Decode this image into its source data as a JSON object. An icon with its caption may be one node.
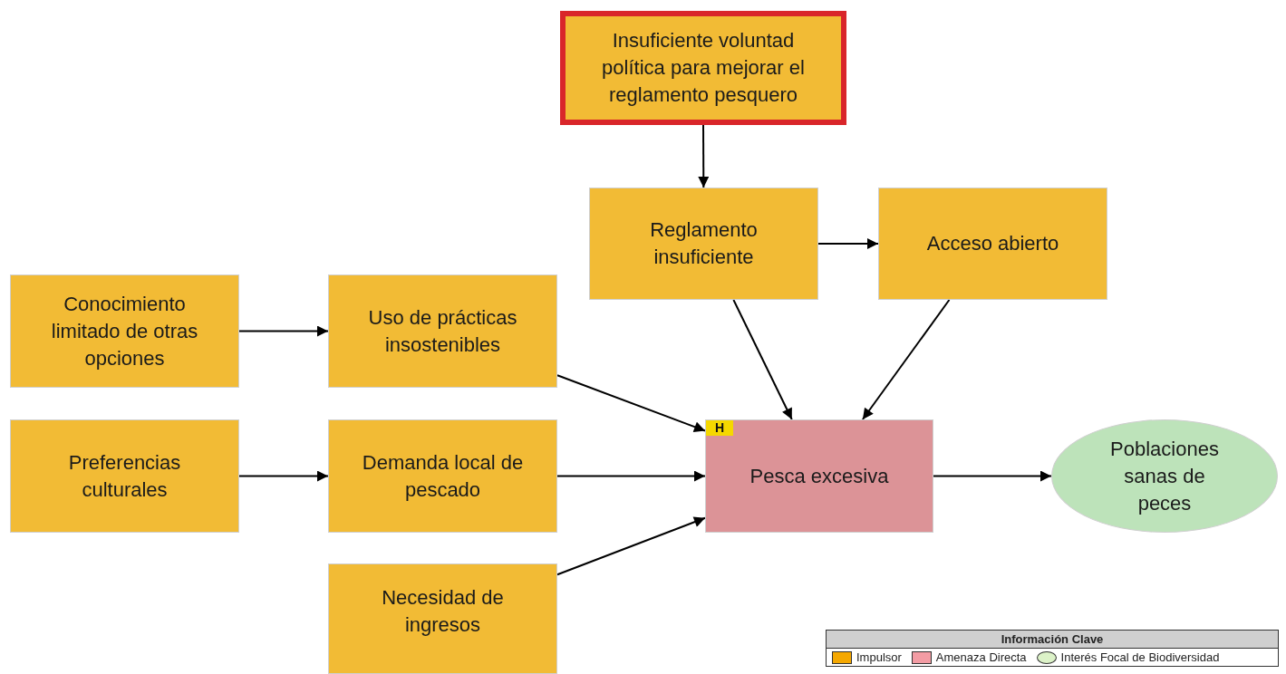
{
  "diagram": {
    "nodes": [
      {
        "text": [
          "Insuficiente voluntad política para mejorar el reglamento pesquero"
        ]
      },
      {
        "text": [
          "Reglamento insuficiente"
        ]
      },
      {
        "text": [
          "Acceso abierto"
        ]
      },
      {
        "text": [
          "Conocimiento limitado de otras opciones"
        ]
      },
      {
        "text": [
          "Uso de prácticas insostenibles"
        ]
      },
      {
        "text": [
          "Preferencias culturales"
        ]
      },
      {
        "text": [
          "Demanda local de pescado"
        ]
      },
      {
        "text": [
          "Pesca excesiva"
        ]
      },
      {
        "text": [
          "Poblaciones sanas de peces"
        ]
      },
      {
        "text": [
          "Necesidad de ingresos"
        ]
      }
    ],
    "edges": [
      {
        "from": 0,
        "to": 1,
        "arrow": "to"
      },
      {
        "from": 1,
        "to": 2,
        "arrow": "to"
      },
      {
        "from": 3,
        "to": 4,
        "arrow": "to"
      },
      {
        "from": 5,
        "to": 6,
        "arrow": "to"
      },
      {
        "from": 4,
        "to": 7,
        "arrow": "to"
      },
      {
        "from": 6,
        "to": 7,
        "arrow": "to"
      },
      {
        "from": 9,
        "to": 7,
        "arrow": "to"
      },
      {
        "from": 1,
        "to": 7,
        "arrow": "to"
      },
      {
        "from": 2,
        "to": 7,
        "arrow": "to"
      },
      {
        "from": 7,
        "to": 8,
        "arrow": "to"
      }
    ],
    "labels": [
      "H",
      "Información Clave"
    ],
    "legend": [
      {
        "text": "Impulsor",
        "color": "#f5a800"
      },
      {
        "text": "Amenaza Directa",
        "color": "#f39ca4"
      },
      {
        "text": "Interés Focal de Biodiversidad",
        "color": "#dcf2c8"
      }
    ]
  }
}
